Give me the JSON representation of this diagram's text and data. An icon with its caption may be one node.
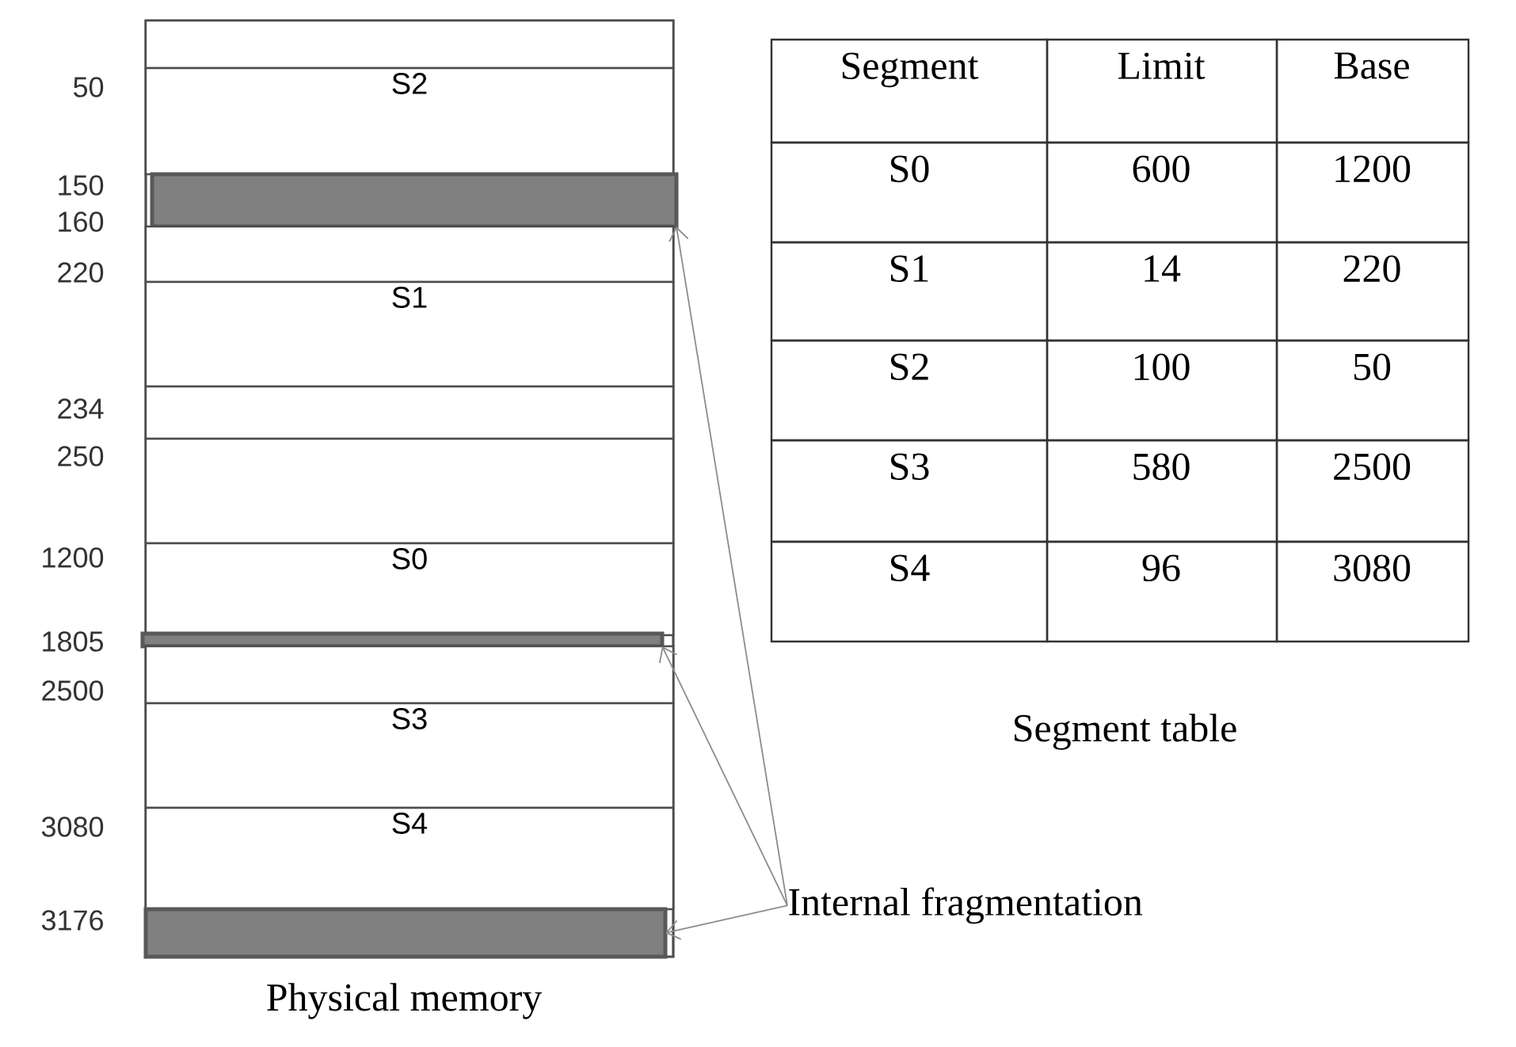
{
  "diagram": {
    "nodes": [
      {
        "text": [],
        "shape": "box"
      },
      {
        "text": [
          "S2"
        ]
      },
      {
        "text": [],
        "shape": "bar"
      },
      {
        "text": [],
        "shape": "box"
      },
      {
        "text": [
          "S1"
        ]
      },
      {
        "text": [],
        "shape": "box"
      },
      {
        "text": [],
        "shape": "box"
      },
      {
        "text": [
          "S0"
        ]
      },
      {
        "text": [],
        "shape": "bar"
      },
      {
        "text": [],
        "shape": "box"
      },
      {
        "text": [
          "S3"
        ]
      },
      {
        "text": [
          "S4"
        ]
      },
      {
        "text": [],
        "shape": "bar"
      },
      {
        "text": [
          "Internal fragmentation"
        ]
      }
    ],
    "edges": [
      {
        "from": 13,
        "to": 2,
        "arrow": "to"
      },
      {
        "from": 13,
        "to": 8,
        "arrow": "to"
      },
      {
        "from": 13,
        "to": 12,
        "arrow": "to"
      }
    ],
    "labels": [
      "50",
      "150",
      "160",
      "220",
      "234",
      "250",
      "1200",
      "1805",
      "2500",
      "3080",
      "3176",
      "Segment",
      "Limit",
      "Base",
      "S0",
      "600",
      "1200",
      "S1",
      "14",
      "220",
      "S2",
      "100",
      "50",
      "S3",
      "580",
      "2500",
      "S4",
      "96",
      "3080",
      "Segment table",
      "Physical memory"
    ]
  }
}
